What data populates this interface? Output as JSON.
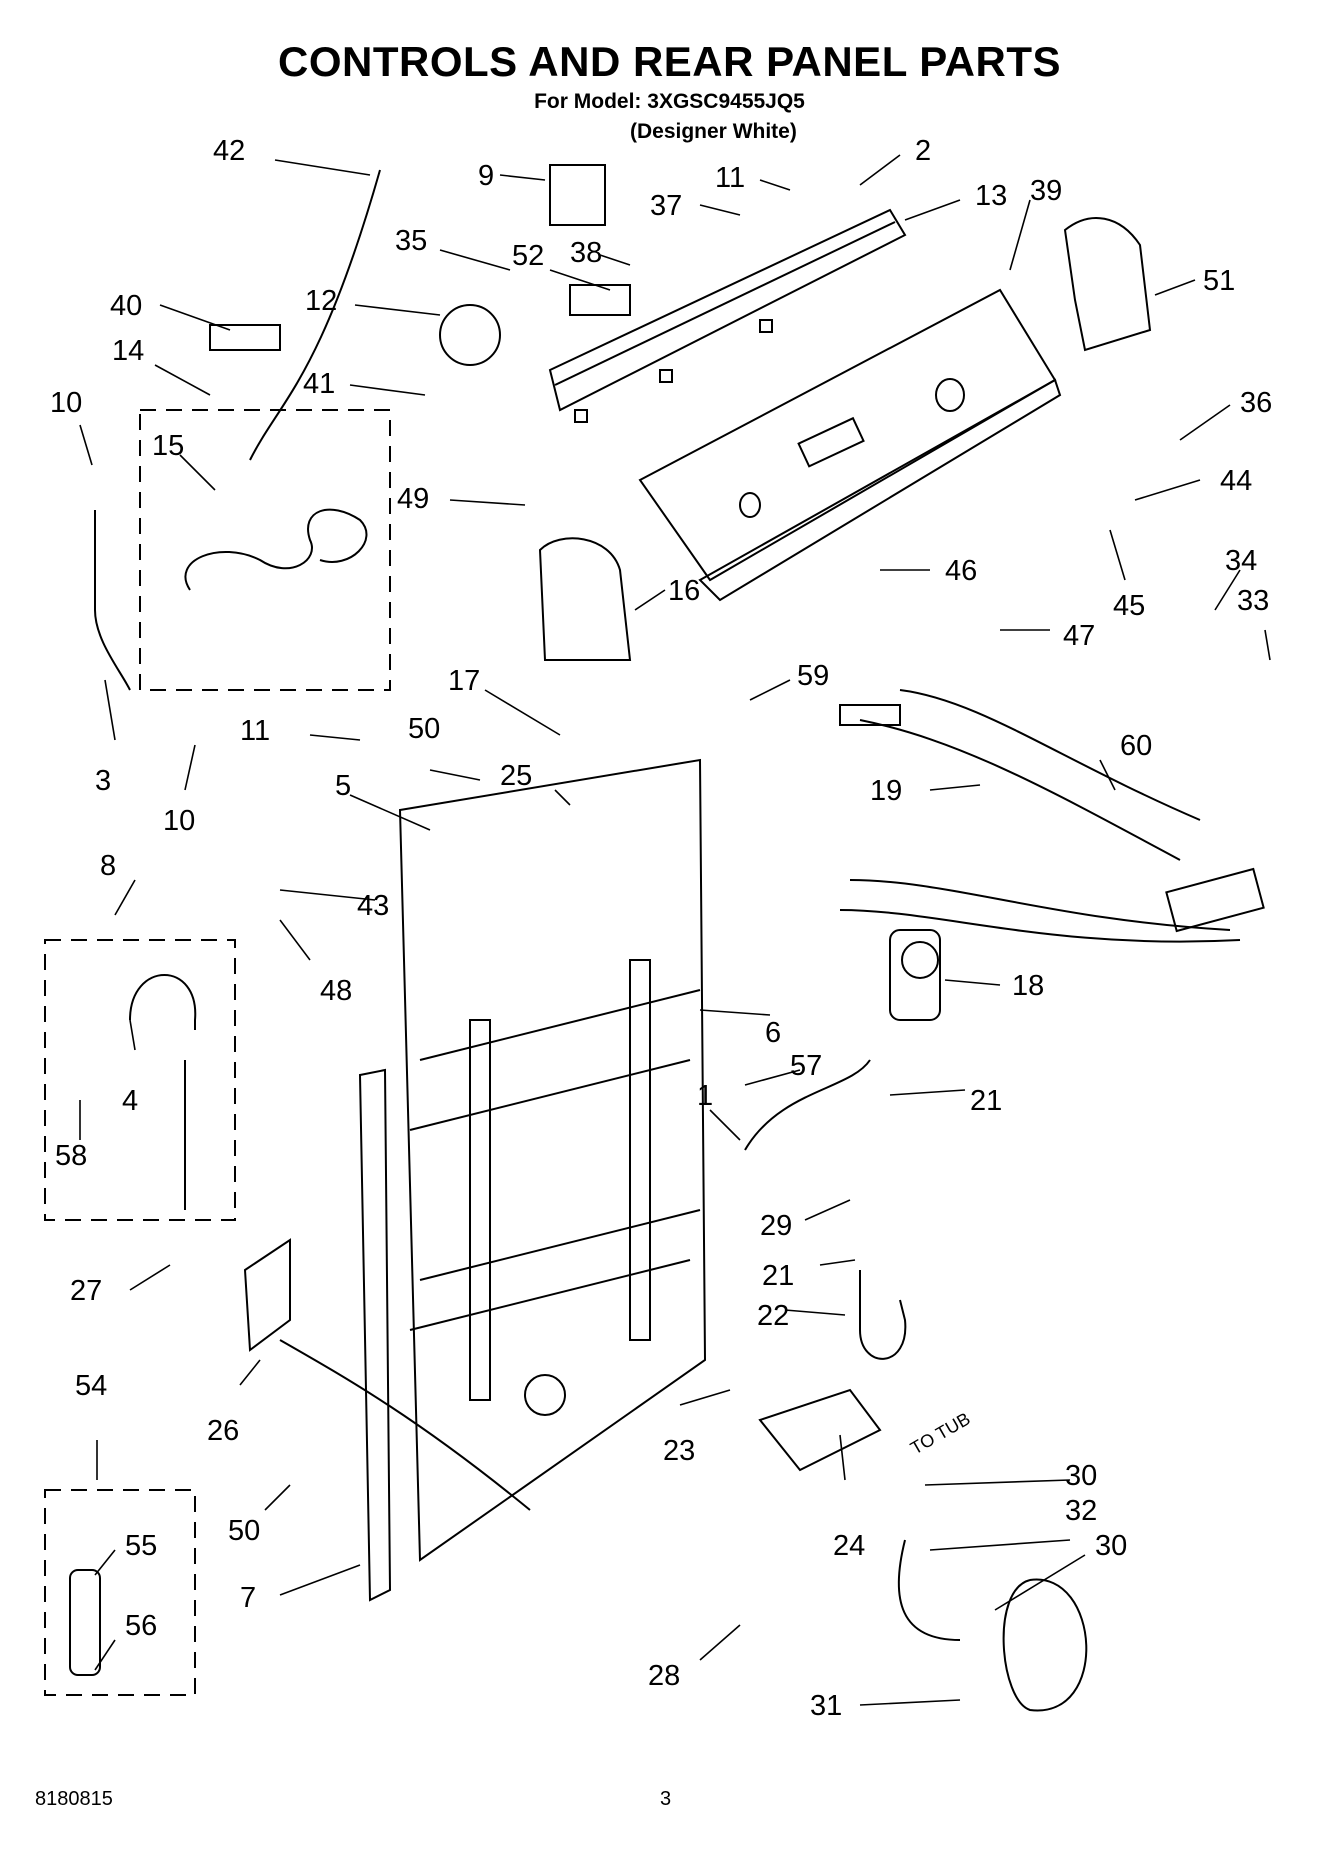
{
  "header": {
    "title": "CONTROLS AND REAR PANEL PARTS",
    "model": "For Model: 3XGSC9455JQ5",
    "variant": "(Designer White)"
  },
  "annotation": {
    "to_tub": "TO TUB"
  },
  "footer": {
    "doc_number": "8180815",
    "page": "3"
  },
  "callouts": [
    "42",
    "9",
    "11",
    "2",
    "37",
    "13",
    "39",
    "35",
    "52",
    "38",
    "40",
    "12",
    "51",
    "14",
    "41",
    "10",
    "15",
    "36",
    "49",
    "44",
    "16",
    "46",
    "45",
    "34",
    "33",
    "47",
    "59",
    "17",
    "11",
    "50",
    "60",
    "25",
    "19",
    "5",
    "3",
    "10",
    "43",
    "8",
    "48",
    "18",
    "6",
    "57",
    "1",
    "21",
    "4",
    "58",
    "29",
    "27",
    "21",
    "22",
    "26",
    "23",
    "54",
    "30",
    "50",
    "32",
    "24",
    "30",
    "55",
    "7",
    "56",
    "28",
    "31"
  ]
}
